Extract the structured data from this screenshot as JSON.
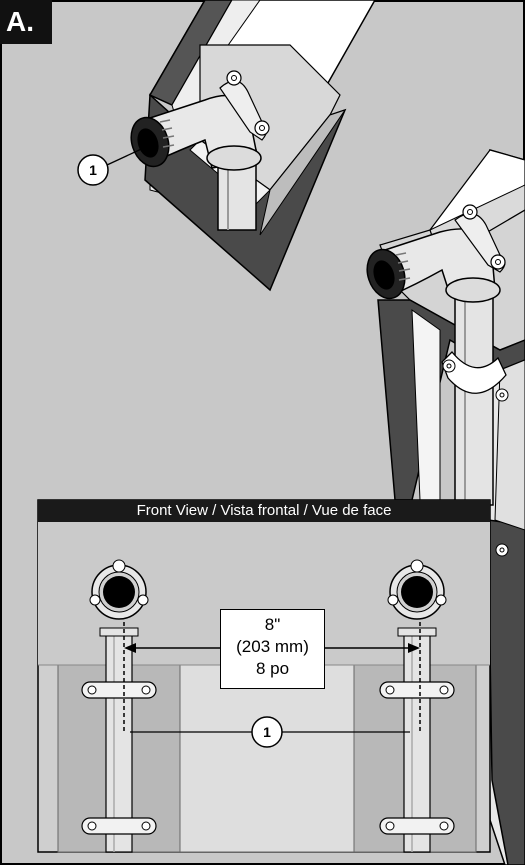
{
  "panel": {
    "letter": "A.",
    "colors": {
      "background": "#c8c8c8",
      "frame": "#4a4a4a",
      "inset_background": "#cfcfcf",
      "title_bar": "#1a1a1a",
      "pipe": "#e4e4e4",
      "outline": "#000000"
    }
  },
  "inset": {
    "title": "Front View / Vista frontal / Vue de face",
    "dimension": {
      "imperial": "8\"",
      "metric": "(203 mm)",
      "french": "8 po"
    }
  },
  "callouts": {
    "top_left": "1",
    "inset": "1"
  }
}
